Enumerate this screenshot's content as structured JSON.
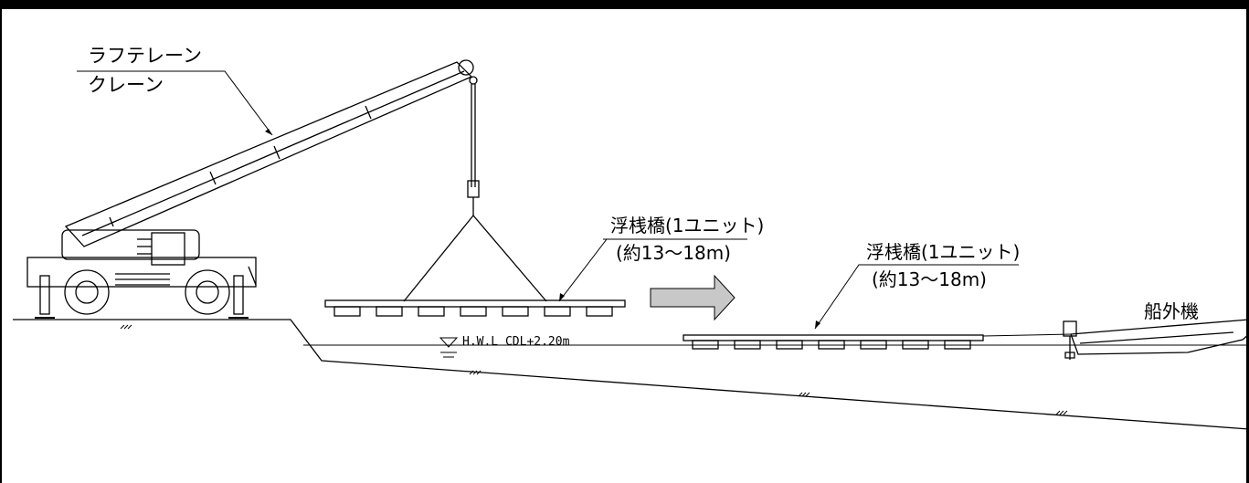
{
  "labels": {
    "crane_line1": "ラフテレーン",
    "crane_line2": "クレーン",
    "pontoon_lifted_line1": "浮桟橋(1ユニット)",
    "pontoon_lifted_line2": "(約13～18m)",
    "pontoon_floating_line1": "浮桟橋(1ユニット)",
    "pontoon_floating_line2": "(約13～18m)",
    "outboard": "船外機",
    "water_level": "H.W.L  CDL+2.20m"
  },
  "colors": {
    "line": "#000000",
    "arrow_fill": "#c8c8c8",
    "frame": "#000000"
  }
}
